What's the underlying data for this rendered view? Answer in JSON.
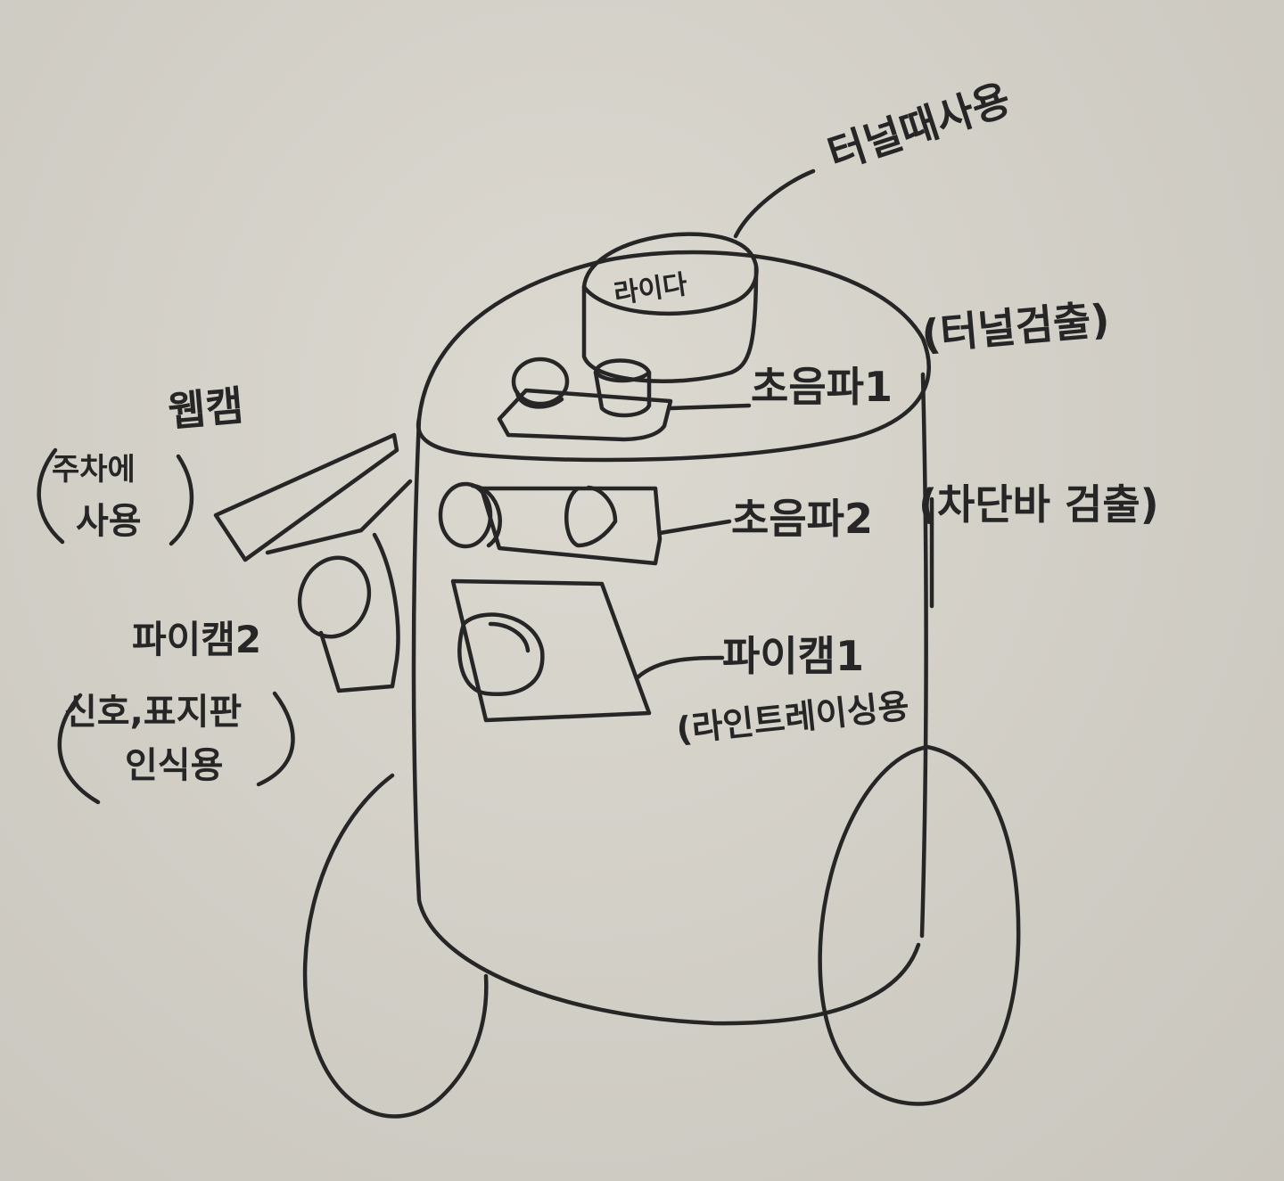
{
  "labels": {
    "lidar": "라이다",
    "lidar_use": "터널때사용",
    "tunnel_detect": "(터널검출)",
    "ultrasonic1": "초음파1",
    "ultrasonic2": "초음파2",
    "barrier_detect": "(차단바 검출)",
    "webcam": "웹캠",
    "webcam_use_line1": "주차에",
    "webcam_use_line2": "사용",
    "picam1": "파이캠1",
    "picam1_use": "(라인트레이싱용",
    "picam2": "파이캠2",
    "picam2_use_line1": "신호,표지판",
    "picam2_use_line2": "인식용"
  }
}
